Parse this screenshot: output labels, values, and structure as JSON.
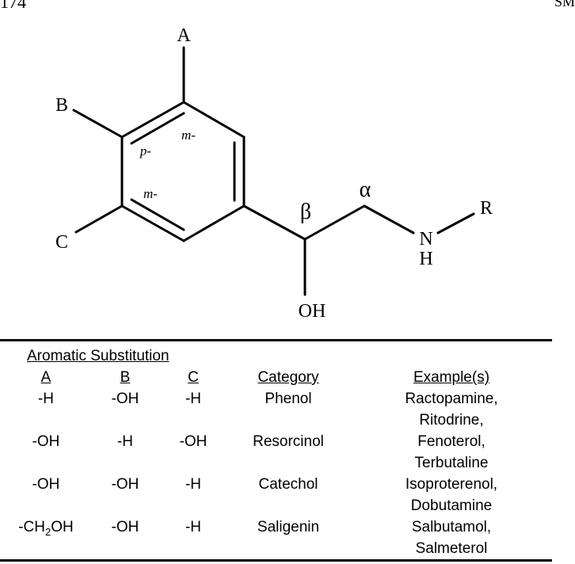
{
  "header": {
    "page_number": "174",
    "corner_text": "SM"
  },
  "structure": {
    "substituent_a": "A",
    "substituent_b": "B",
    "substituent_c": "C",
    "substituent_r": "R",
    "label_beta": "β",
    "label_alpha": "α",
    "label_m_top": "m-",
    "label_p": "p-",
    "label_m_bottom": "m-",
    "atom_n": "N",
    "atom_h": "H",
    "hydroxyl": "OH"
  },
  "table": {
    "group_header": "Aromatic Substitution",
    "columns": {
      "a": "A",
      "b": "B",
      "c": "C",
      "category": "Category",
      "examples": "Example(s)"
    },
    "rows": [
      {
        "a": "-H",
        "b": "-OH",
        "c": "-H",
        "category": "Phenol",
        "examples": [
          "Ractopamine,",
          "Ritodrine,"
        ]
      },
      {
        "a": "-OH",
        "b": "-H",
        "c": "-OH",
        "category": "Resorcinol",
        "examples": [
          "Fenoterol,",
          "Terbutaline"
        ]
      },
      {
        "a": "-OH",
        "b": "-OH",
        "c": "-H",
        "category": "Catechol",
        "examples": [
          "Isoproterenol,",
          "Dobutamine"
        ]
      },
      {
        "a_prefix": "-CH",
        "a_sub": "2",
        "a_suffix": "OH",
        "b": "-OH",
        "c": "-H",
        "category": "Saligenin",
        "examples": [
          "Salbutamol,",
          "Salmeterol"
        ]
      }
    ]
  }
}
